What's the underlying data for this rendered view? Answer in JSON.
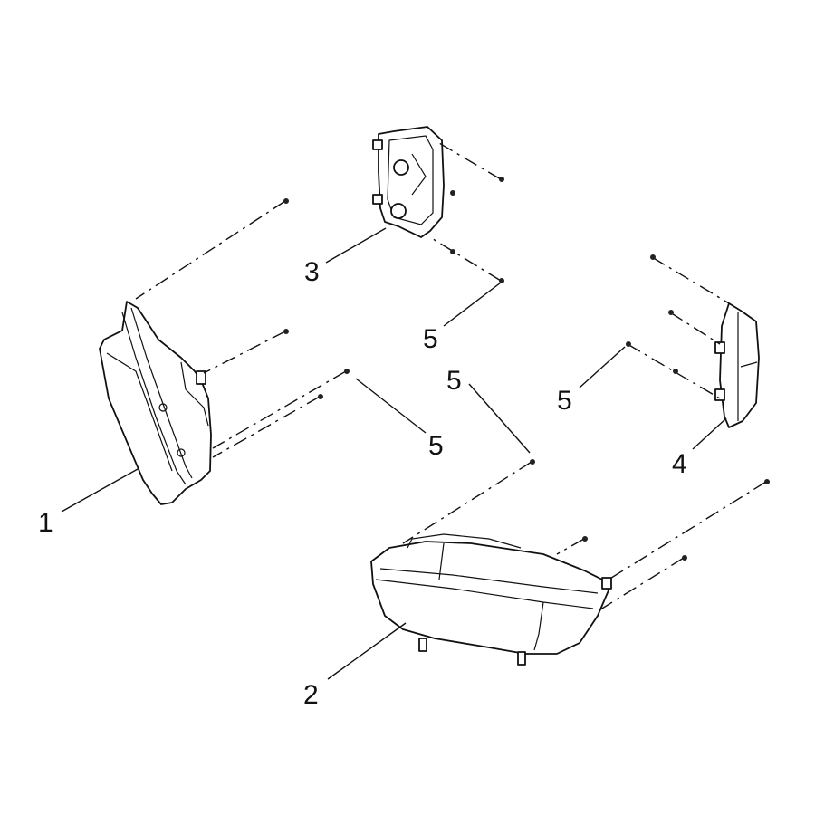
{
  "callouts": [
    {
      "id": "1"
    },
    {
      "id": "2"
    },
    {
      "id": "3"
    },
    {
      "id": "4"
    },
    {
      "id": "5"
    },
    {
      "id": "5"
    },
    {
      "id": "5"
    },
    {
      "id": "5"
    }
  ],
  "colors": {
    "line": "#111111",
    "background": "#ffffff"
  }
}
